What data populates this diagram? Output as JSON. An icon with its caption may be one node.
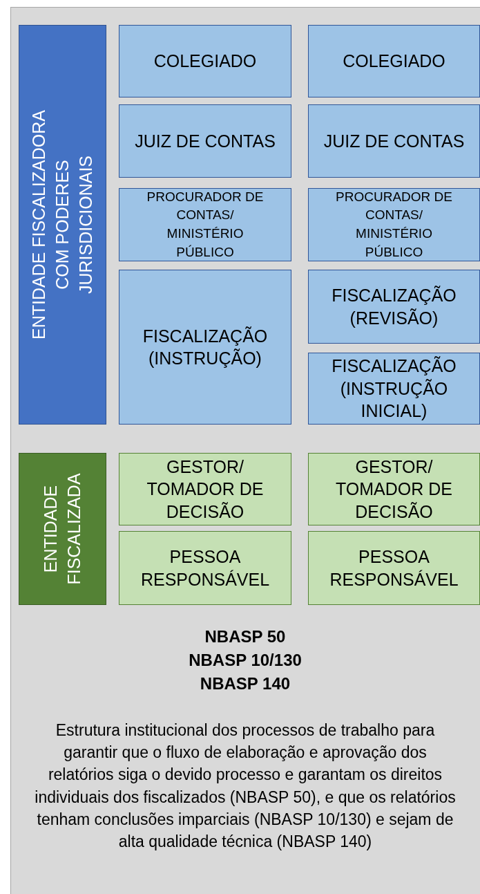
{
  "diagram": {
    "nodes": [
      {
        "text": [
          "ENTIDADE FISCALIZADORA COM PODERES JURISDICIONAIS"
        ]
      },
      {
        "text": [
          "COLEGIADO"
        ]
      },
      {
        "text": [
          "COLEGIADO"
        ]
      },
      {
        "text": [
          "JUIZ DE CONTAS"
        ]
      },
      {
        "text": [
          "JUIZ DE CONTAS"
        ]
      },
      {
        "text": [
          "PROCURADOR DE CONTAS/ MINISTÉRIO PÚBLICO"
        ]
      },
      {
        "text": [
          "PROCURADOR DE CONTAS/ MINISTÉRIO PÚBLICO"
        ]
      },
      {
        "text": [
          "FISCALIZAÇÃO (INSTRUÇÃO)"
        ]
      },
      {
        "text": [
          "FISCALIZAÇÃO (REVISÃO)"
        ]
      },
      {
        "text": [
          "FISCALIZAÇÃO (INSTRUÇÃO INICIAL)"
        ]
      },
      {
        "text": [
          "ENTIDADE FISCALIZADA"
        ]
      },
      {
        "text": [
          "GESTOR/ TOMADOR DE DECISÃO"
        ]
      },
      {
        "text": [
          "GESTOR/ TOMADOR DE DECISÃO"
        ]
      },
      {
        "text": [
          "PESSOA RESPONSÁVEL"
        ]
      },
      {
        "text": [
          "PESSOA RESPONSÁVEL"
        ]
      }
    ],
    "labels": [
      "NBASP 50",
      "NBASP 10/130",
      "NBASP 140",
      "Estrutura institucional dos processos de trabalho para garantir que o fluxo de elaboração e aprovação dos relatórios siga o devido processo e garantam os direitos individuais dos fiscalizados (NBASP 50), e que os relatórios tenham conclusões imparciais (NBASP 10/130) e sejam de alta qualidade técnica (NBASP 140)"
    ]
  }
}
